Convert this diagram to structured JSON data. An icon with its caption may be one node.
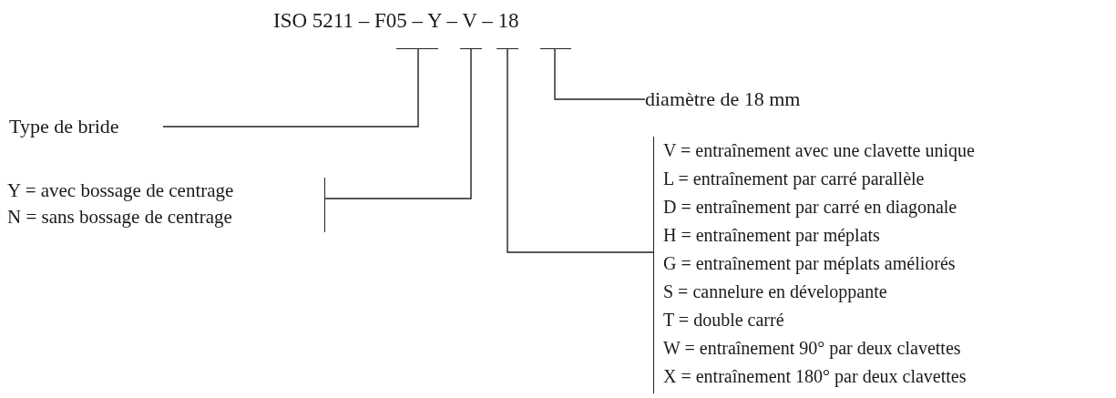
{
  "diagram": {
    "nodes": [
      {
        "text": [
          "ISO 5211 – F05 – Y – V – 18"
        ]
      },
      {
        "text": [],
        "shape": "bar"
      },
      {
        "text": [],
        "shape": "bar"
      },
      {
        "text": [],
        "shape": "bar"
      },
      {
        "text": [],
        "shape": "bar"
      },
      {
        "text": [
          "Type de bride"
        ]
      },
      {
        "text": [
          "diamètre de 18 mm"
        ]
      },
      {
        "text": [
          "Y = avec bossage de centrage",
          "N = sans bossage de centrage"
        ]
      },
      {
        "text": [
          "V = entraînement avec une clavette unique",
          "L = entraînement par carré parallèle",
          "D = entraînement par carré en diagonale",
          "H = entraînement par méplats",
          "G = entraînement par méplats améliorés",
          "S = cannelure en développante",
          "T = double carré",
          "W = entraînement 90° par deux clavettes",
          "X = entraînement 180° par deux clavettes"
        ]
      }
    ],
    "edges": [
      {
        "from": 5,
        "to": 1,
        "arrow": "none"
      },
      {
        "from": 7,
        "to": 2,
        "arrow": "none"
      },
      {
        "from": 8,
        "to": 3,
        "arrow": "none"
      },
      {
        "from": 6,
        "to": 4,
        "arrow": "none"
      }
    ]
  }
}
